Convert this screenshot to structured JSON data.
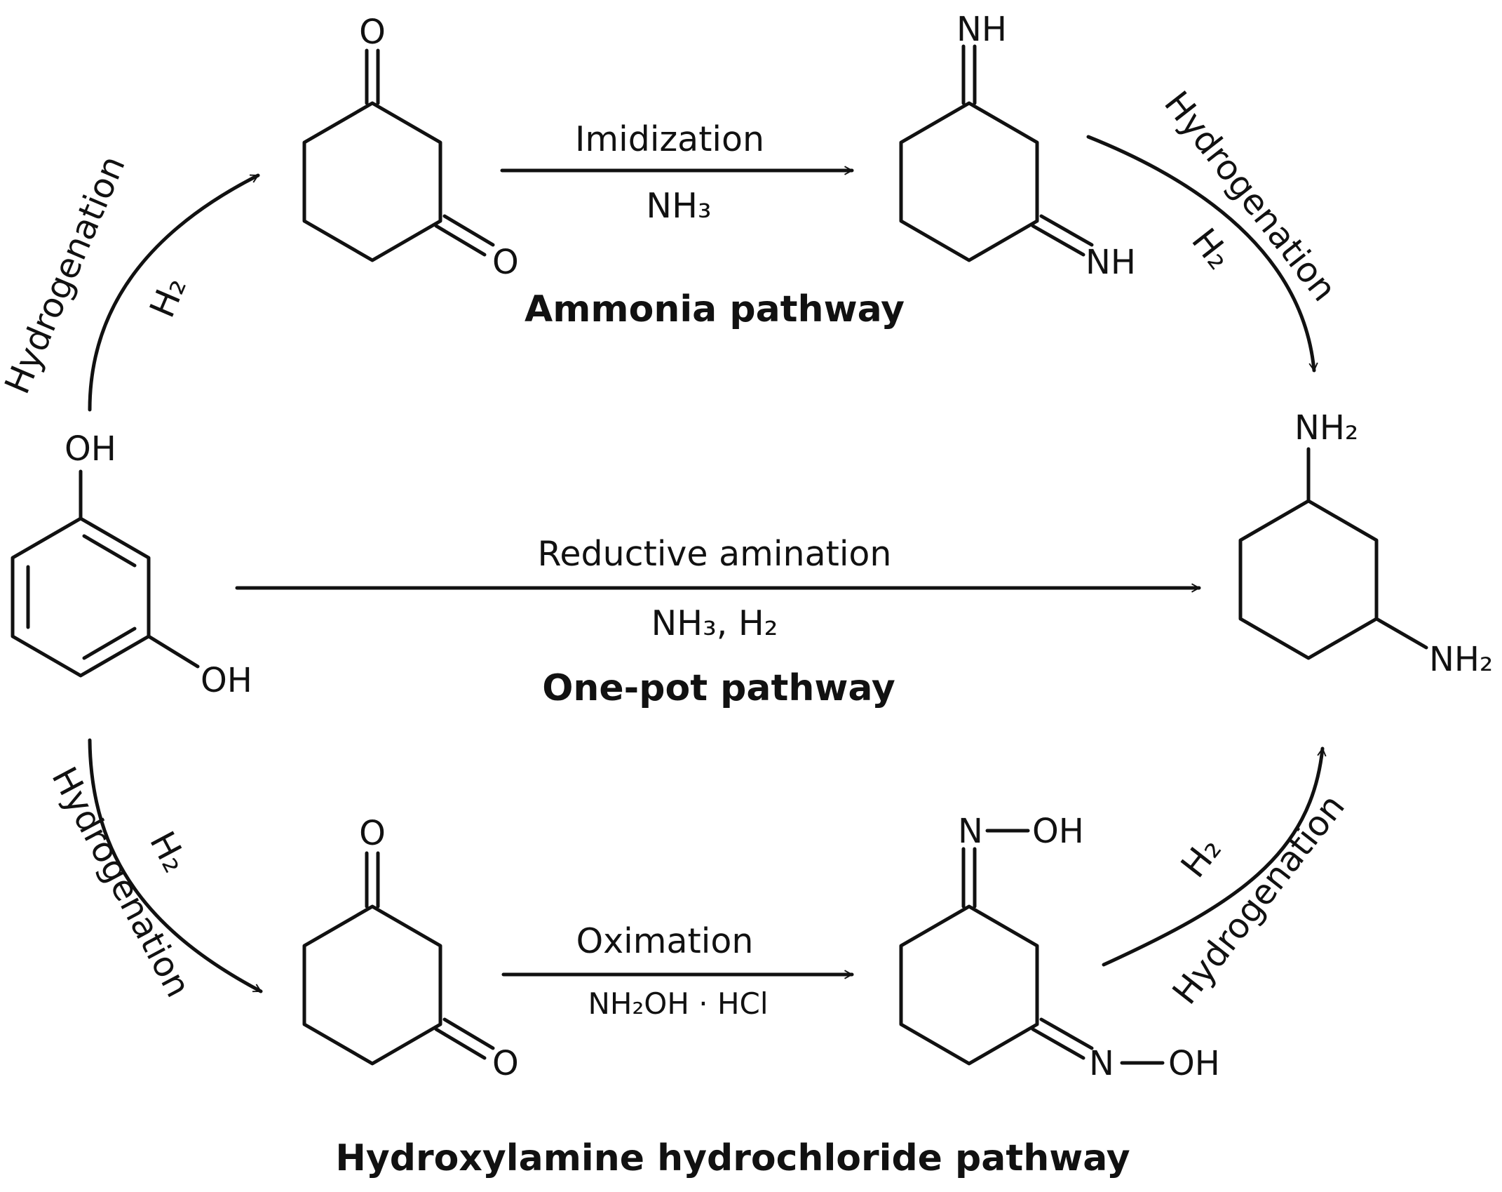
{
  "pathways": {
    "ammonia": {
      "label": "Ammonia pathway",
      "step1_top": "Imidization",
      "step1_bottom": "NH₃",
      "step2_name": "Hydrogenation",
      "step2_reagent": "H₂"
    },
    "one_pot": {
      "label": "One-pot pathway",
      "top": "Reductive amination",
      "bottom": "NH₃, H₂"
    },
    "hydroxylamine": {
      "label": "Hydroxylamine hydrochloride pathway",
      "step1_top": "Oximation",
      "step1_bottom": "NH₂OH · HCl",
      "step2_name": "Hydrogenation",
      "step2_reagent": "H₂"
    },
    "initial_hydrogenation_top": {
      "name": "Hydrogenation",
      "reagent": "H₂"
    },
    "initial_hydrogenation_bottom": {
      "name": "Hydrogenation",
      "reagent": "H₂"
    }
  },
  "molecules": {
    "resorcinol": {
      "oh_top": "OH",
      "oh_bottom": "OH"
    },
    "dione_top": {
      "o_top": "O",
      "o_bottom": "O"
    },
    "diimine": {
      "nh_top": "NH",
      "nh_bottom": "NH"
    },
    "diamine": {
      "nh2_top": "NH₂",
      "nh2_bottom": "NH₂"
    },
    "dione_bottom": {
      "o_top": "O",
      "o_bottom": "O"
    },
    "dioxime": {
      "n_top": "N",
      "oh_top": "OH",
      "n_bottom": "N",
      "oh_bottom": "OH"
    }
  }
}
